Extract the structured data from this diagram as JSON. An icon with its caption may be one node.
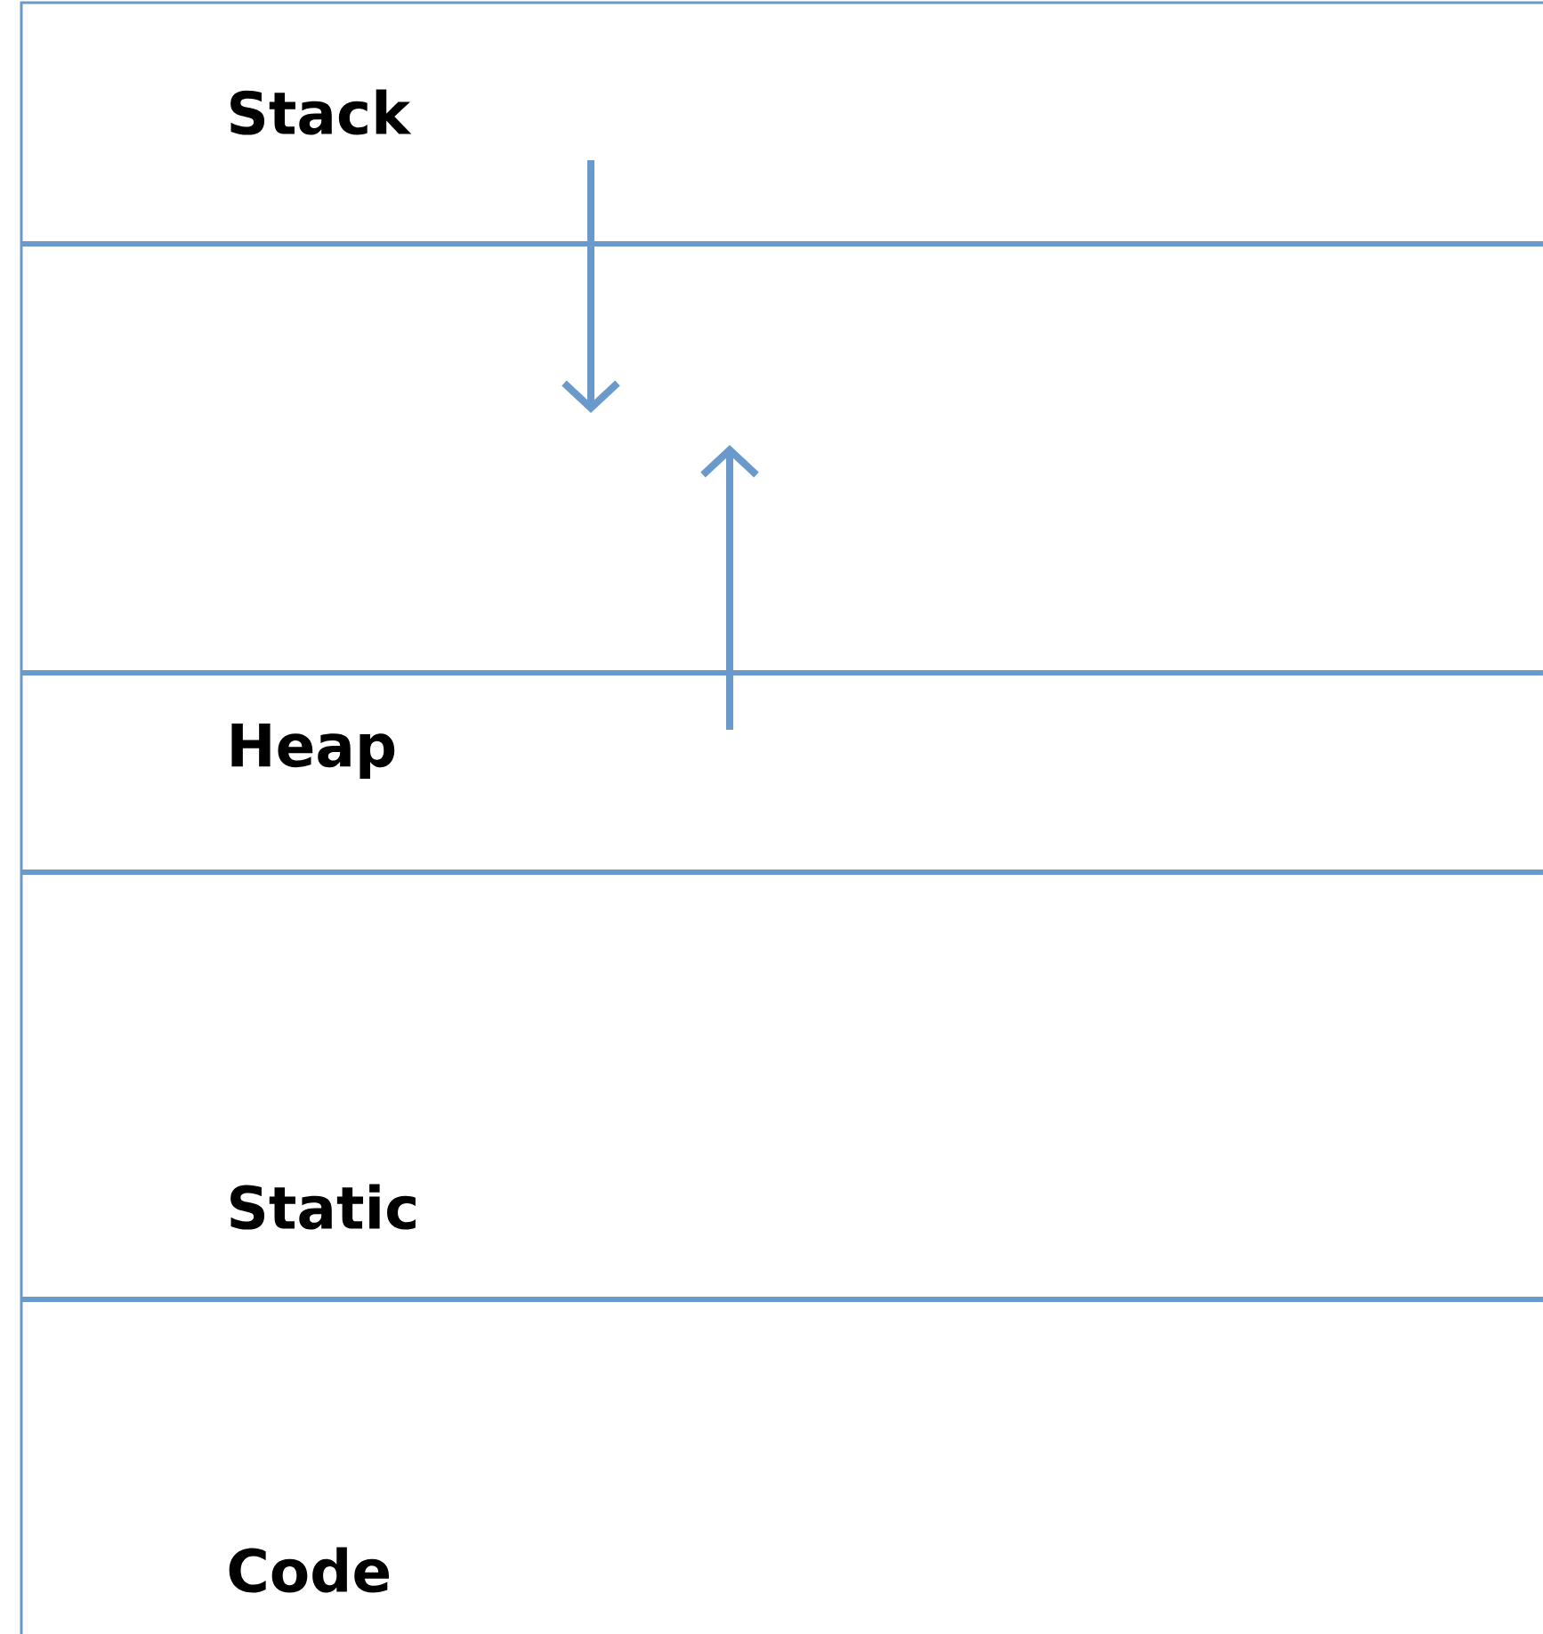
{
  "diagram": {
    "labels": [
      "Stack",
      "Heap",
      "Static",
      "Code"
    ]
  }
}
